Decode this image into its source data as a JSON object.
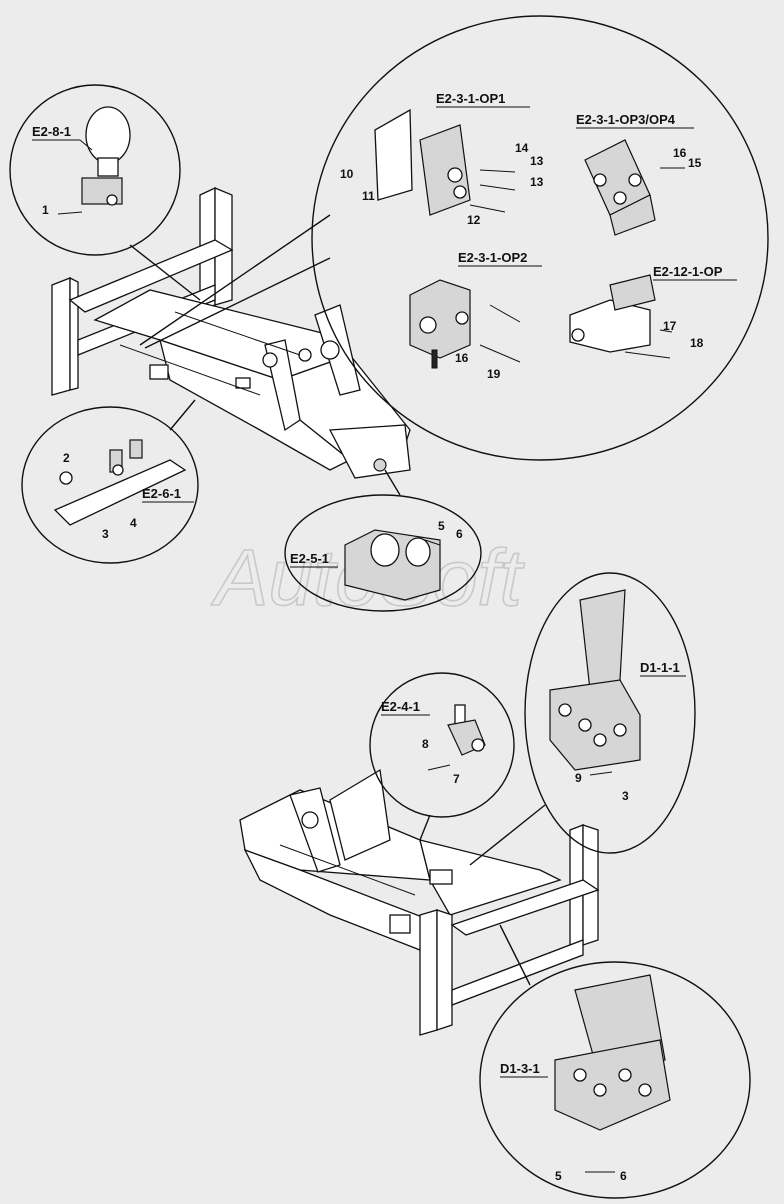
{
  "watermark": "AutoSoft",
  "detail_groups": [
    {
      "id": "E2-8-1",
      "callouts": [
        "1"
      ]
    },
    {
      "id": "E2-3-1-OP1",
      "callouts": [
        "14",
        "13",
        "13",
        "10",
        "11",
        "12"
      ]
    },
    {
      "id": "E2-3-1-OP3/OP4",
      "callouts": [
        "16",
        "15"
      ]
    },
    {
      "id": "E2-3-1-OP2",
      "callouts": [
        "16",
        "19"
      ]
    },
    {
      "id": "E2-12-1-OP",
      "callouts": [
        "17",
        "18"
      ]
    },
    {
      "id": "E2-6-1",
      "callouts": [
        "2",
        "3",
        "4"
      ]
    },
    {
      "id": "E2-5-1",
      "callouts": [
        "5",
        "6"
      ]
    },
    {
      "id": "E2-4-1",
      "callouts": [
        "8",
        "7"
      ]
    },
    {
      "id": "D1-1-1",
      "callouts": [
        "9",
        "3"
      ]
    },
    {
      "id": "D1-3-1",
      "callouts": [
        "5",
        "6"
      ]
    }
  ],
  "labels": {
    "e281": "E2-8-1",
    "op1": "E2-3-1-OP1",
    "op34": "E2-3-1-OP3/OP4",
    "op2": "E2-3-1-OP2",
    "e2121": "E2-12-1-OP",
    "e261": "E2-6-1",
    "e251": "E2-5-1",
    "e241": "E2-4-1",
    "d111": "D1-1-1",
    "d131": "D1-3-1"
  },
  "callouts": {
    "c1": "1",
    "c14": "14",
    "c13a": "13",
    "c13b": "13",
    "c10": "10",
    "c11": "11",
    "c12": "12",
    "c16a": "16",
    "c15": "15",
    "c16b": "16",
    "c19": "19",
    "c17": "17",
    "c18": "18",
    "c2": "2",
    "c3": "3",
    "c4": "4",
    "c5": "5",
    "c6": "6",
    "c8": "8",
    "c7": "7",
    "c9": "9",
    "c3b": "3",
    "c5b": "5",
    "c6b": "6"
  }
}
